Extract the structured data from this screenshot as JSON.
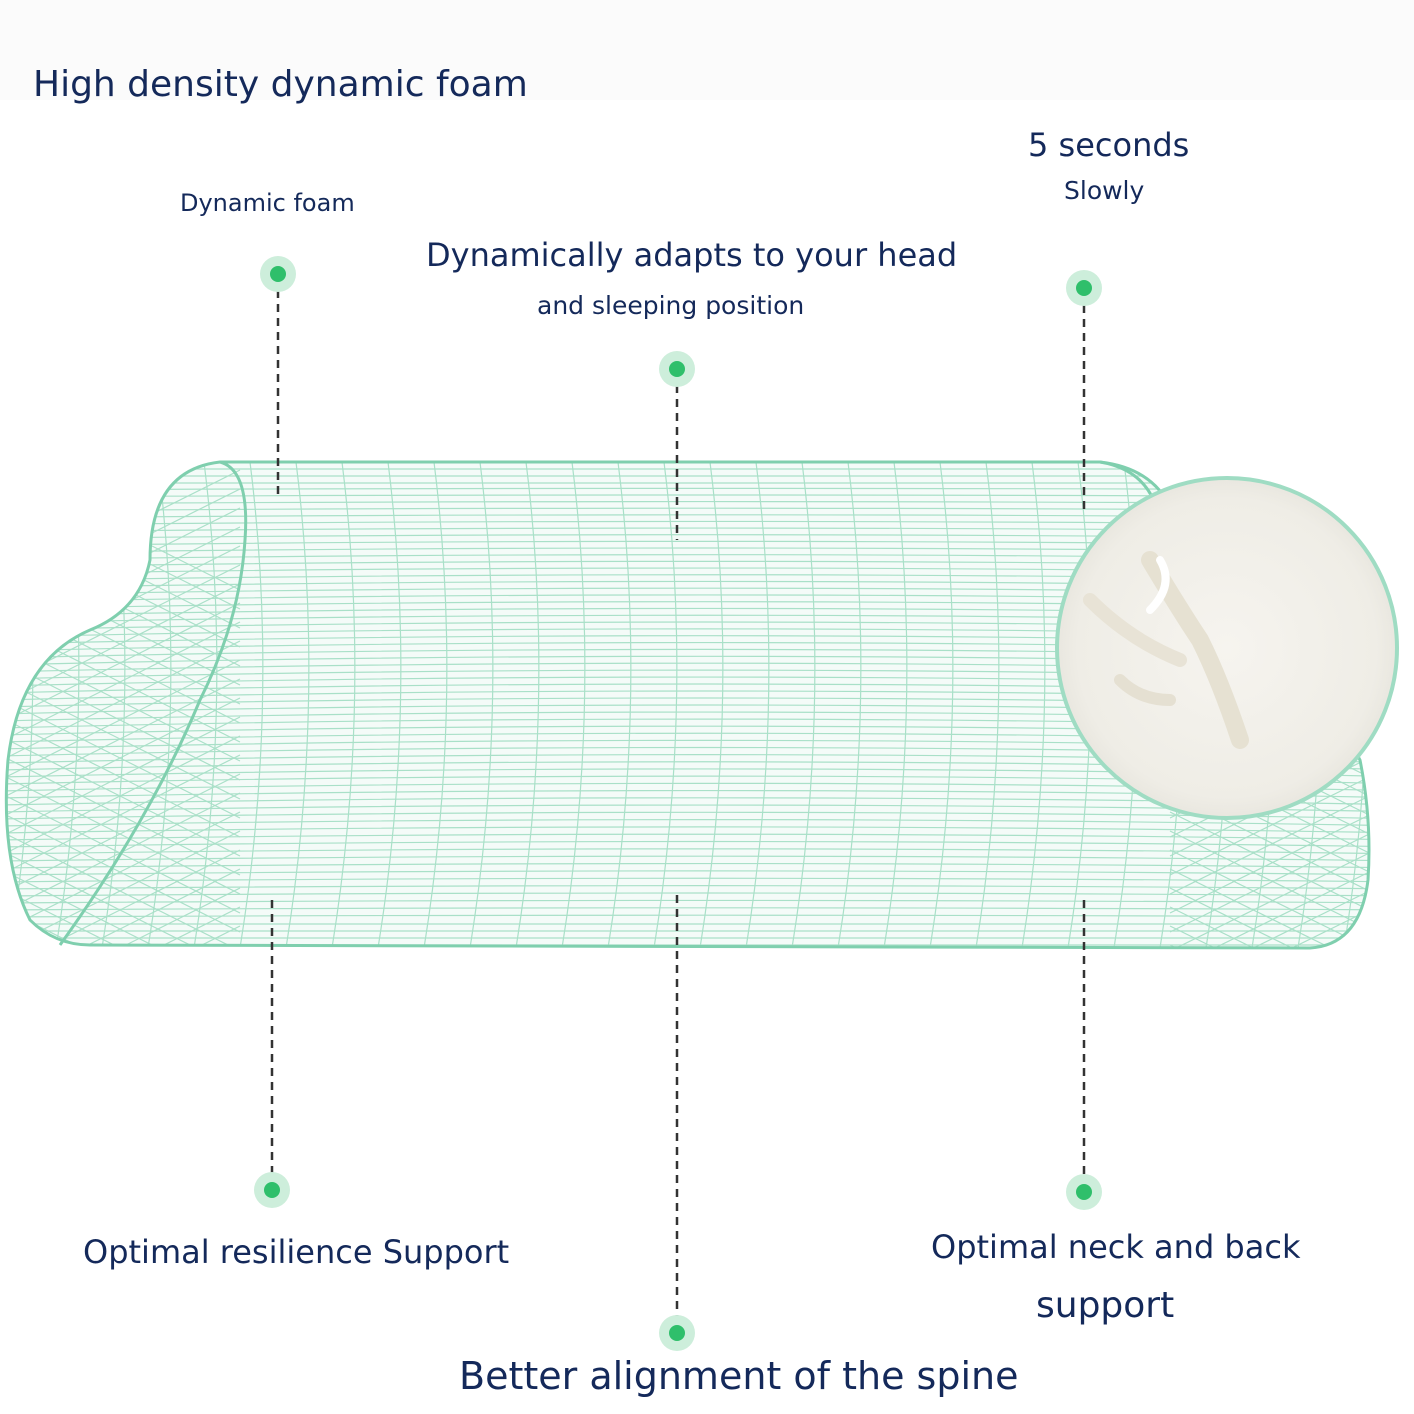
{
  "title": "High density dynamic foam",
  "callouts": {
    "dynamic_foam": "Dynamic foam",
    "adapts_line1": "Dynamically adapts to your head",
    "adapts_line2": "and sleeping position",
    "five_seconds": "5 seconds",
    "slowly": "Slowly",
    "resilience": "Optimal resilience Support",
    "neck_line1": "Optimal neck and back",
    "neck_line2": "support",
    "spine": "Better alignment of the spine"
  },
  "colors": {
    "text": "#14295a",
    "mesh": "#9fdcc3",
    "mesh_outline": "#7fcfae",
    "dot": "#2fbf6b",
    "dot_halo": "#cdeedb",
    "leader": "#333333",
    "foam": "#f3f1ec"
  },
  "icons": [
    "marker-dot-icon"
  ]
}
